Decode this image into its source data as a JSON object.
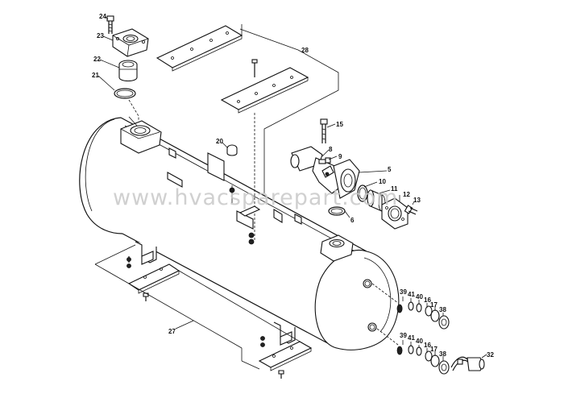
{
  "watermark": "www.hvacsparepart.com",
  "callouts": {
    "c24": "24",
    "c23": "23",
    "c22": "22",
    "c21": "21",
    "c28": "28",
    "c20": "20",
    "c15": "15",
    "c8": "8",
    "c9": "9",
    "c5": "5",
    "c10": "10",
    "c11": "11",
    "c12": "12",
    "c13": "13",
    "c6": "6",
    "c27": "27",
    "c39a": "39",
    "c41a": "41",
    "c40a": "40",
    "c16a": "16",
    "c17a": "17",
    "c38a": "38",
    "c39b": "39",
    "c41b": "41",
    "c40b": "40",
    "c16b": "16",
    "c17b": "17",
    "c38b": "38",
    "c32": "32"
  }
}
